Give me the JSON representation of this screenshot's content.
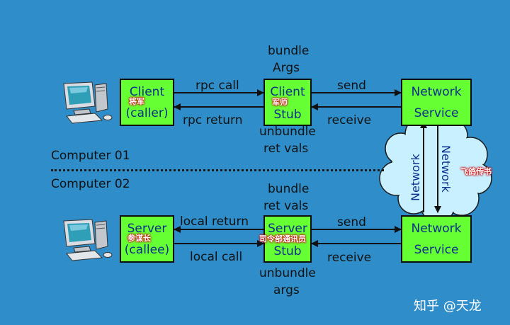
{
  "client": {
    "line1": "Client",
    "line2": "(caller)",
    "note": "将军"
  },
  "client_stub": {
    "line1": "Client",
    "line2": "Stub",
    "note": "军师"
  },
  "server": {
    "line1": "Server",
    "line2": "(callee)",
    "note": "参谋长"
  },
  "server_stub": {
    "line1": "Server",
    "line2": "Stub",
    "note": "司令部通讯员"
  },
  "network_top": {
    "line1": "Network",
    "line2": "Service"
  },
  "network_bottom": {
    "line1": "Network",
    "line2": "Service"
  },
  "labels": {
    "bundle_args_1": "bundle",
    "bundle_args_2": "Args",
    "rpc_call": "rpc call",
    "rpc_return": "rpc return",
    "send_top": "send",
    "receive_top": "receive",
    "unbundle_ret_1": "unbundle",
    "unbundle_ret_2": "ret vals",
    "computer_01": "Computer 01",
    "computer_02": "Computer 02",
    "bundle_ret_1": "bundle",
    "bundle_ret_2": "ret vals",
    "local_return": "local return",
    "local_call": "local call",
    "send_bottom": "send",
    "receive_bottom": "receive",
    "unbundle_args_1": "unbundle",
    "unbundle_args_2": "args"
  },
  "cloud": {
    "left_text": "Network",
    "right_text": "Network",
    "note": "飞鸽传书"
  },
  "watermark": "知乎 @天龙",
  "colors": {
    "background": "#2f8ec9",
    "box": "#66ff33",
    "box_text": "#0b2e8a",
    "cloud": "#c8f0ff"
  }
}
